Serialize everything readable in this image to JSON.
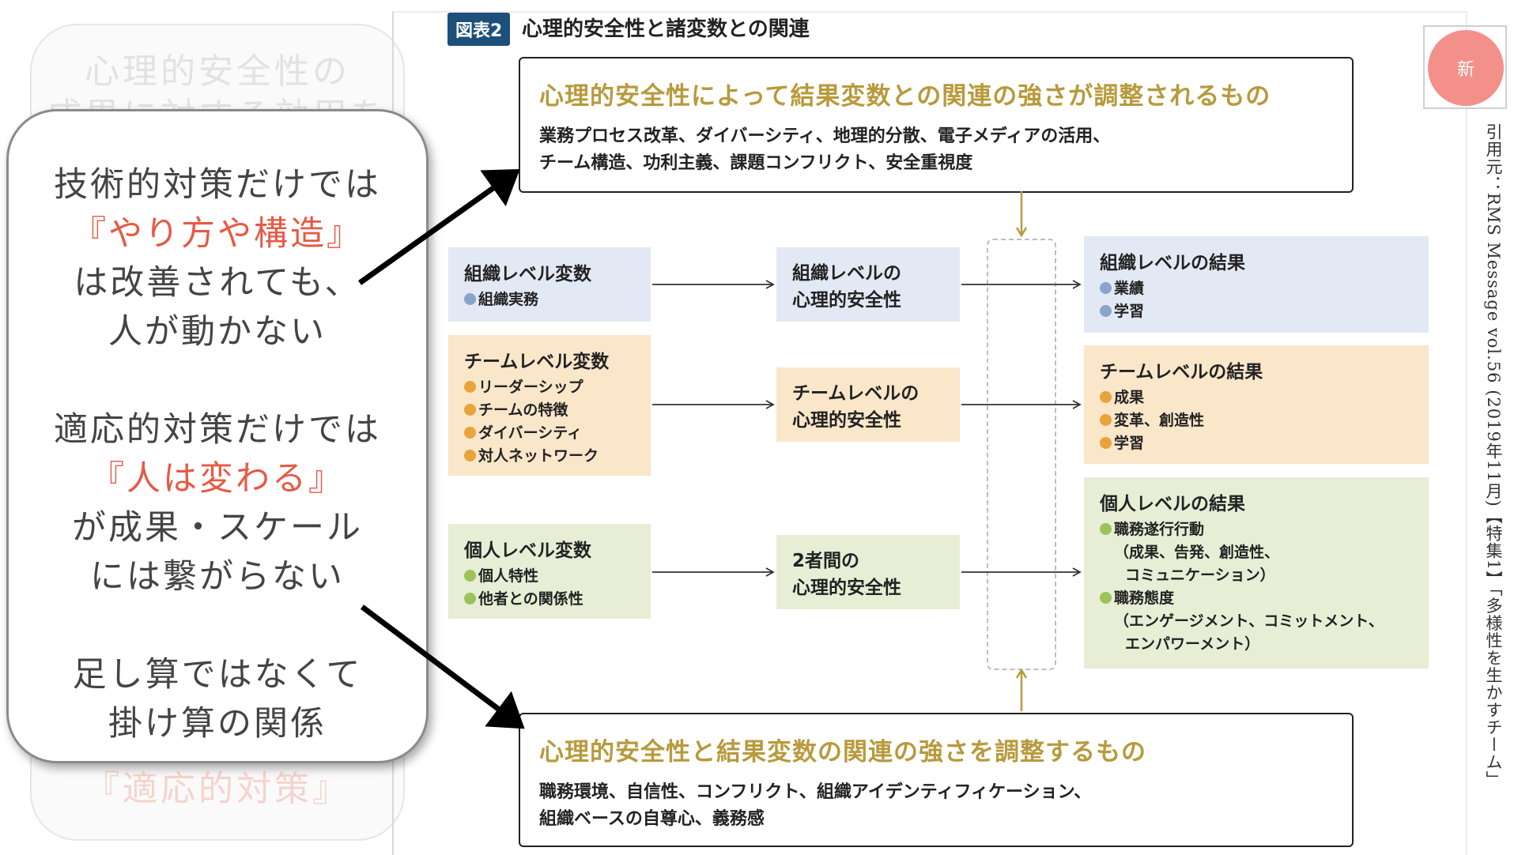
{
  "ghost": {
    "line1": "心理的安全性の",
    "line2": "成果に対する効用を",
    "line3": "『適応的対策』"
  },
  "figure": {
    "tag": "図表2",
    "title": "心理的安全性と諸変数との関連",
    "top_box": {
      "heading": "心理的安全性によって結果変数との関連の強さが調整されるもの",
      "body_line1": "業務プロセス改革、ダイバーシティ、地理的分散、電子メディアの活用、",
      "body_line2": "チーム構造、功利主義、課題コンフリクト、安全重視度"
    },
    "bottom_box": {
      "heading": "心理的安全性と結果変数の関連の強さを調整するもの",
      "body_line1": "職務環境、自信性、コンフリクト、組織アイデンティフィケーション、",
      "body_line2": "組織ベースの自尊心、義務感"
    },
    "org_var": {
      "heading": "組織レベル変数",
      "items": [
        "組織実務"
      ]
    },
    "team_var": {
      "heading": "チームレベル変数",
      "items": [
        "リーダーシップ",
        "チームの特徴",
        "ダイバーシティ",
        "対人ネットワーク"
      ]
    },
    "ind_var": {
      "heading": "個人レベル変数",
      "items": [
        "個人特性",
        "他者との関係性"
      ]
    },
    "org_ps": {
      "line1": "組織レベルの",
      "line2": "心理的安全性"
    },
    "team_ps": {
      "line1": "チームレベルの",
      "line2": "心理的安全性"
    },
    "pair_ps": {
      "line1": "2者間の",
      "line2": "心理的安全性"
    },
    "org_out": {
      "heading": "組織レベルの結果",
      "items": [
        "業績",
        "学習"
      ]
    },
    "team_out": {
      "heading": "チームレベルの結果",
      "items": [
        "成果",
        "変革、創造性",
        "学習"
      ]
    },
    "ind_out": {
      "heading": "個人レベルの結果",
      "item1": "職務遂行行動",
      "item1_sub1": "（成果、告発、創造性、",
      "item1_sub2": "コミュニケーション）",
      "item2": "職務態度",
      "item2_sub1": "（エンゲージメント、コミットメント、",
      "item2_sub2": "エンパワーメント）"
    },
    "colors": {
      "blue_dot": "#8aa3cc",
      "orange_dot": "#e8a33a",
      "green_dot": "#9cc25a",
      "gold": "#b89a3c"
    }
  },
  "bubble": {
    "l1": "技術的対策だけでは",
    "l2": "『やり方や構造』",
    "l3": "は改善されても、",
    "l4": "人が動かない",
    "l5": "適応的対策だけでは",
    "l6": "『人は変わる』",
    "l7": "が成果・スケール",
    "l8": "には繋がらない",
    "l9": "足し算ではなくて",
    "l10": "掛け算の関係",
    "accent": "#e65a45"
  },
  "badge": {
    "label": "新"
  },
  "source": "引用元：RMS Message vol.56 (2019年11月)【特集1】「多様性を生かすチーム」"
}
